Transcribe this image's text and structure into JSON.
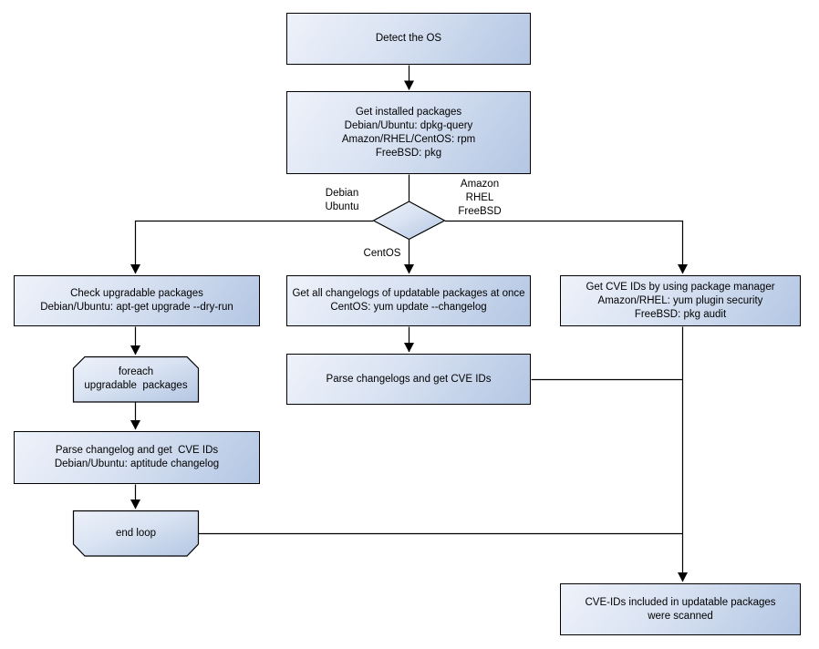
{
  "colors": {
    "node_fill_light": "#eef2fa",
    "node_fill_dark": "#b3c6e3",
    "node_border": "#000000",
    "connector_line": "#000000",
    "text": "#000000",
    "background": "#ffffff"
  },
  "nodes": {
    "detect_os": {
      "text": "Detect the OS"
    },
    "get_installed_packages": {
      "text": "Get installed packages\nDebian/Ubuntu: dpkg-query\nAmazon/RHEL/CentOS: rpm\nFreeBSD: pkg"
    },
    "check_upgradable_packages": {
      "text": "Check upgradable packages\nDebian/Ubuntu: apt-get upgrade --dry-run"
    },
    "foreach_loop": {
      "text": "foreach\nupgradable  packages"
    },
    "parse_changelog_debian": {
      "text": "Parse changelog and get  CVE IDs\nDebian/Ubuntu: aptitude changelog"
    },
    "end_loop": {
      "text": "end loop"
    },
    "get_all_changelogs": {
      "text": "Get all changelogs of updatable packages at once\nCentOS: yum update --changelog"
    },
    "parse_changelogs": {
      "text": "Parse changelogs and get CVE IDs"
    },
    "get_cve_ids_pkg_manager": {
      "text": "Get CVE IDs by using package manager\nAmazon/RHEL: yum plugin security\nFreeBSD: pkg audit"
    },
    "result_scanned": {
      "text": "CVE-IDs included in updatable packages\nwere scanned"
    }
  },
  "edge_labels": {
    "debian_ubuntu": {
      "text": "Debian\nUbuntu"
    },
    "amazon_rhel_freebsd": {
      "text": "Amazon\nRHEL\nFreeBSD"
    },
    "centos": {
      "text": "CentOS"
    }
  }
}
